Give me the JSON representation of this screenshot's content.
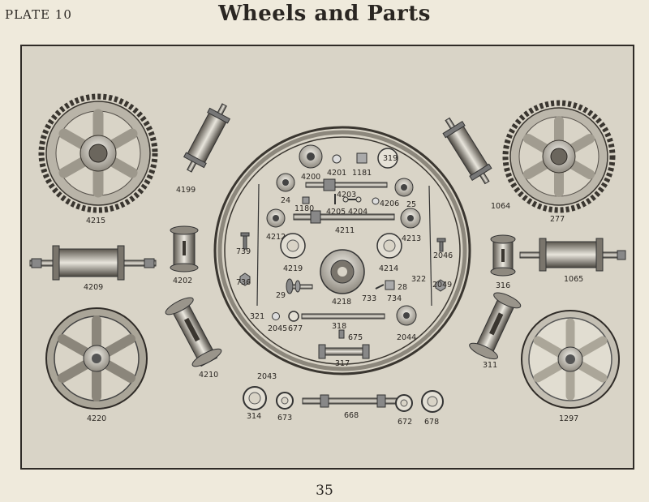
{
  "header": {
    "plate": "PLATE 10",
    "title": "Wheels and Parts"
  },
  "footer": {
    "page_number": "35"
  },
  "parts": {
    "p4215": "4215",
    "p4199": "4199",
    "p4200": "4200",
    "p4201": "4201",
    "p1181": "1181",
    "p319": "319",
    "p4203": "4203",
    "p24": "24",
    "p1180": "1180",
    "p4205": "4205",
    "p4204": "4204",
    "p4206": "4206",
    "p25": "25",
    "p1064": "1064",
    "p277": "277",
    "p4212": "4212",
    "p4211": "4211",
    "p4213": "4213",
    "p739": "739",
    "p2046": "2046",
    "p4219": "4219",
    "p4214": "4214",
    "p4209": "4209",
    "p4202": "4202",
    "p736": "736",
    "p322": "322",
    "p2049": "2049",
    "p316": "316",
    "p1065": "1065",
    "p4218": "4218",
    "p29": "29",
    "p733": "733",
    "p28": "28",
    "p734": "734",
    "p321": "321",
    "p2045": "2045",
    "p677": "677",
    "p318": "318",
    "p675": "675",
    "p2044": "2044",
    "p4210": "4210",
    "p317": "317",
    "p311": "311",
    "p2043": "2043",
    "p4220": "4220",
    "p314": "314",
    "p673": "673",
    "p668": "668",
    "p672": "672",
    "p678": "678",
    "p1297": "1297"
  }
}
